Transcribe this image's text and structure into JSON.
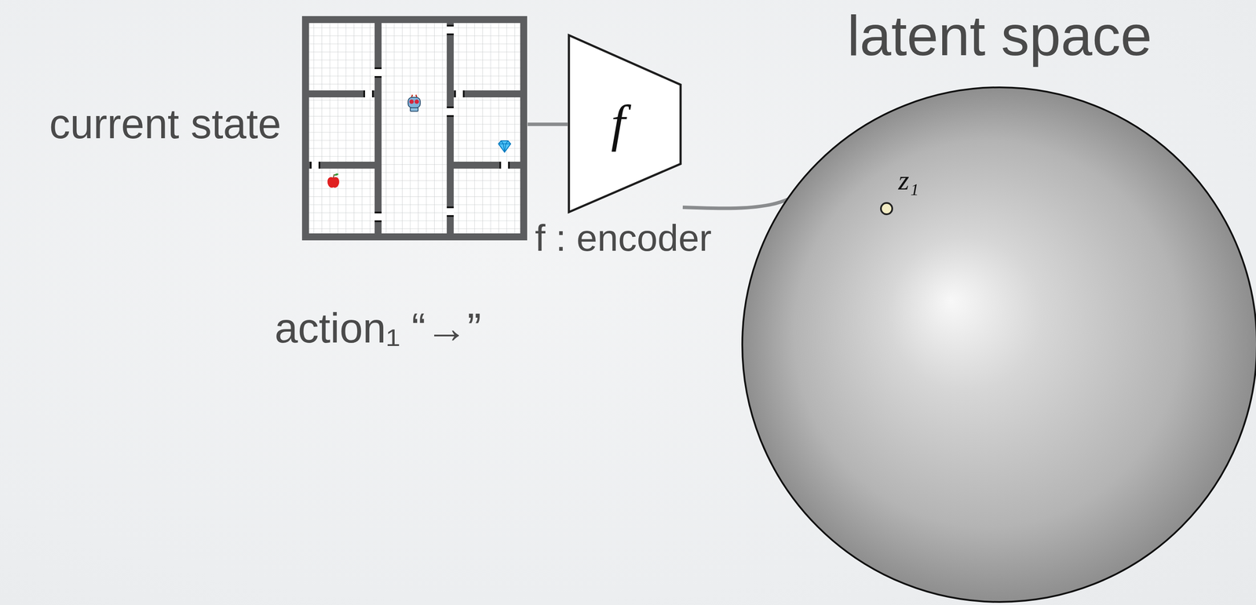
{
  "diagram": {
    "nodes": [
      {
        "text": [
          "current state"
        ]
      },
      {
        "text": [
          "f",
          "f : encoder"
        ]
      },
      {
        "text": [
          "latent space"
        ]
      },
      {
        "text": [
          "z₁"
        ],
        "in": 2
      }
    ],
    "edges": [
      {
        "from": 0,
        "to": 1,
        "arrow": "none"
      },
      {
        "from": 1,
        "to": 3,
        "arrow": "to"
      }
    ],
    "labels": [
      "action₁ “→”"
    ]
  }
}
